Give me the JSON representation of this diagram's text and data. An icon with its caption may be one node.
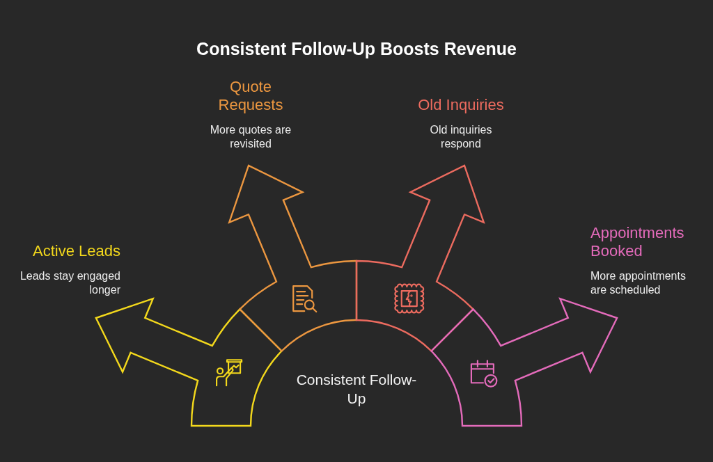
{
  "diagram": {
    "title": "Consistent Follow-Up Boosts Revenue",
    "nodes": [
      {
        "text": [
          "Consistent Follow-Up"
        ]
      },
      {
        "text": [],
        "shape": "arrow",
        "beside": [
          "Active Leads",
          "Leads stay engaged longer"
        ]
      },
      {
        "text": [],
        "shape": "arrow",
        "beside": [
          "Quote Requests",
          "More quotes are revisited"
        ]
      },
      {
        "text": [],
        "shape": "arrow",
        "beside": [
          "Old Inquiries",
          "Old inquiries respond"
        ]
      },
      {
        "text": [],
        "shape": "arrow",
        "beside": [
          "Appointments Booked",
          "More appointments are scheduled"
        ]
      }
    ]
  }
}
